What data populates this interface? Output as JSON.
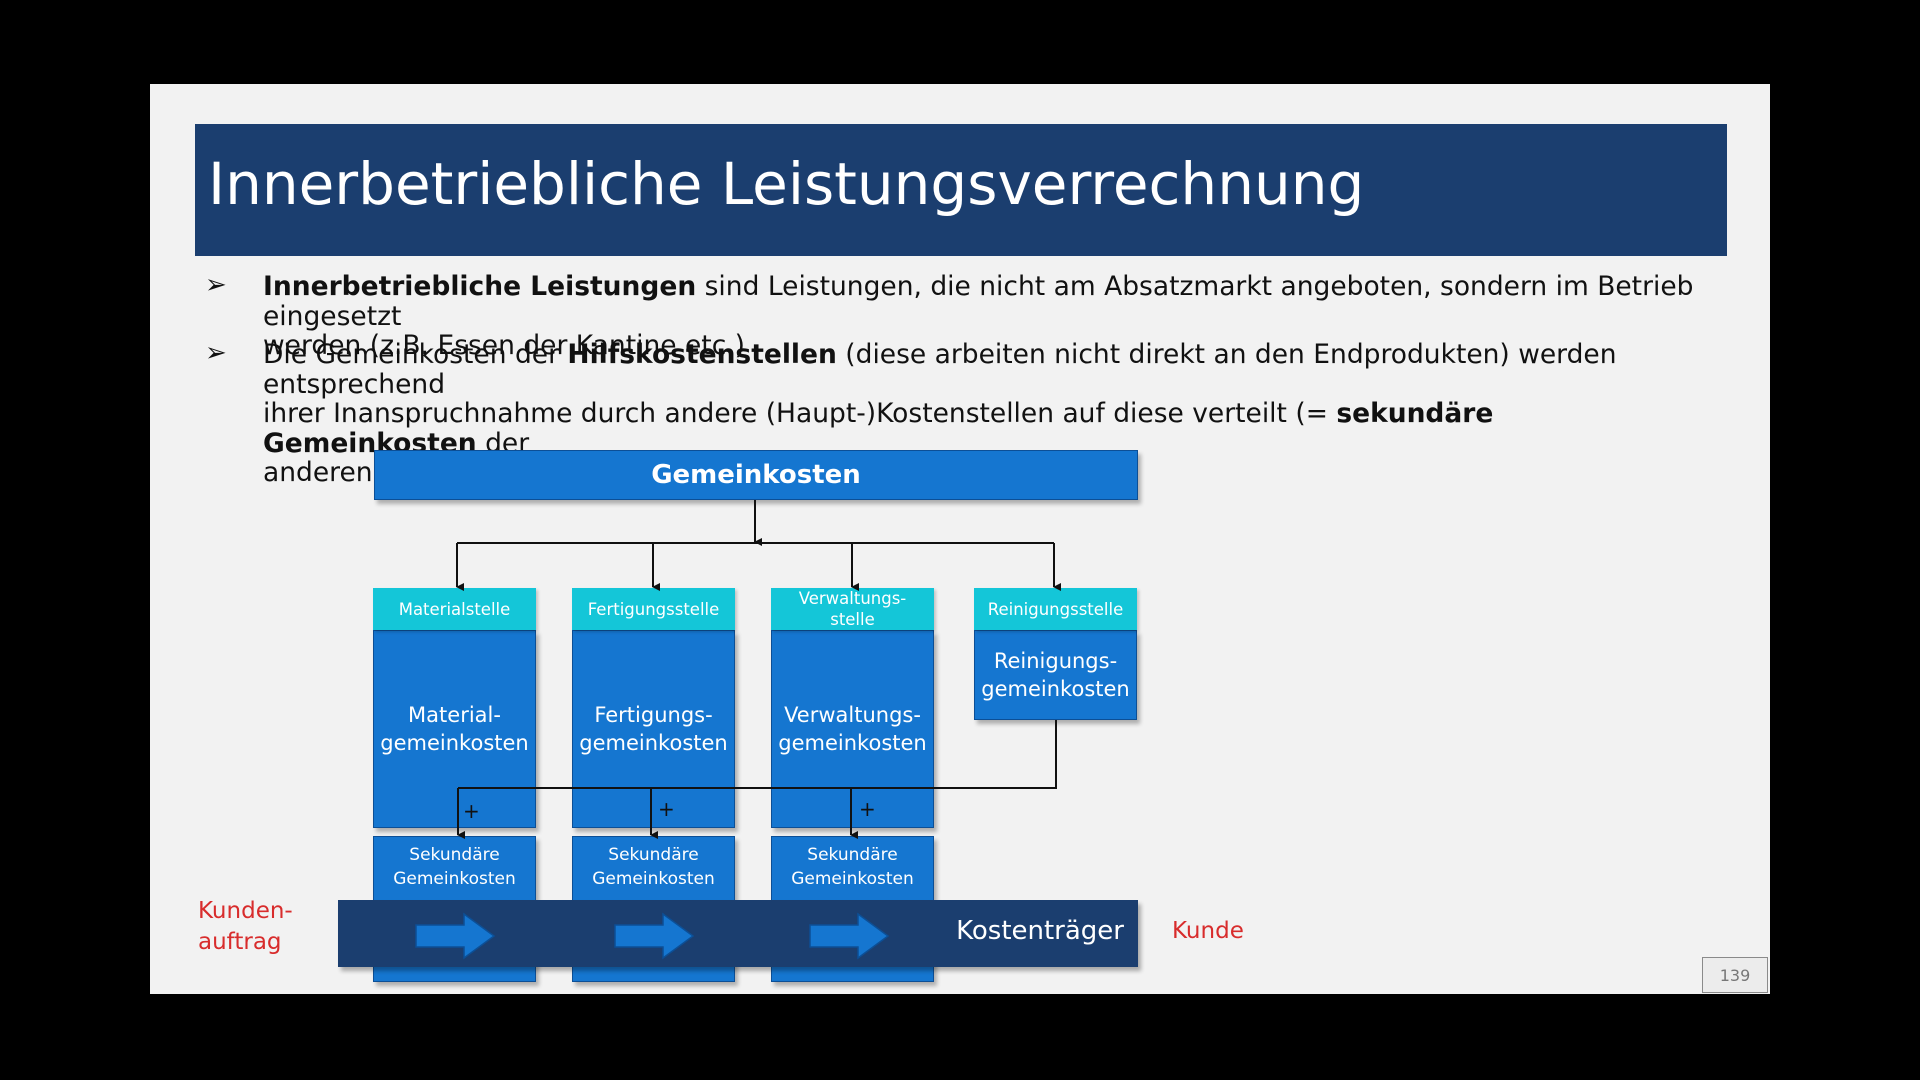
{
  "title": "Innerbetriebliche Leistungsverrechnung",
  "bullets": [
    {
      "bold1": "Innerbetriebliche Leistungen",
      "rest1": " sind Leistungen, die nicht am Absatzmarkt angeboten, sondern im Betrieb eingesetzt",
      "line2": "werden (z.B. Essen der Kantine etc.)"
    },
    {
      "part1": "Die Gemeinkosten der ",
      "bold1": "Hilfskostenstellen",
      "part2": " (diese arbeiten nicht direkt an den Endprodukten) werden entsprechend",
      "line2a": "ihrer Inanspruchnahme durch andere (Haupt-)Kostenstellen auf diese verteilt (= ",
      "bold2": "sekundäre Gemeinkosten",
      "line2b": " der",
      "line3": "anderen Kostenstellen)."
    }
  ],
  "diagram": {
    "top": "Gemeinkosten",
    "stellen": [
      {
        "header": "Materialstelle",
        "body1": "Material-",
        "body2": "gemeinkosten",
        "sek1": "Sekundäre",
        "sek2": "Gemeinkosten"
      },
      {
        "header": "Fertigungsstelle",
        "body1": "Fertigungs-",
        "body2": "gemeinkosten",
        "sek1": "Sekundäre",
        "sek2": "Gemeinkosten"
      },
      {
        "header1": "Verwaltungs-",
        "header2": "stelle",
        "body1": "Verwaltungs-",
        "body2": "gemeinkosten",
        "sek1": "Sekundäre",
        "sek2": "Gemeinkosten"
      }
    ],
    "reinigung": {
      "header": "Reinigungsstelle",
      "body1": "Reinigungs-",
      "body2": "gemeinkosten"
    },
    "plus": "+",
    "kostentraeger": "Kostenträger",
    "left_label1": "Kunden-",
    "left_label2": "auftrag",
    "right_label": "Kunde"
  },
  "page_number": "139",
  "colors": {
    "title_bar": "#1b3e6f",
    "box_blue": "#1576d0",
    "header_cyan": "#14c6d8",
    "band_dark": "#1b3e6f",
    "label_red": "#d82c2c"
  }
}
